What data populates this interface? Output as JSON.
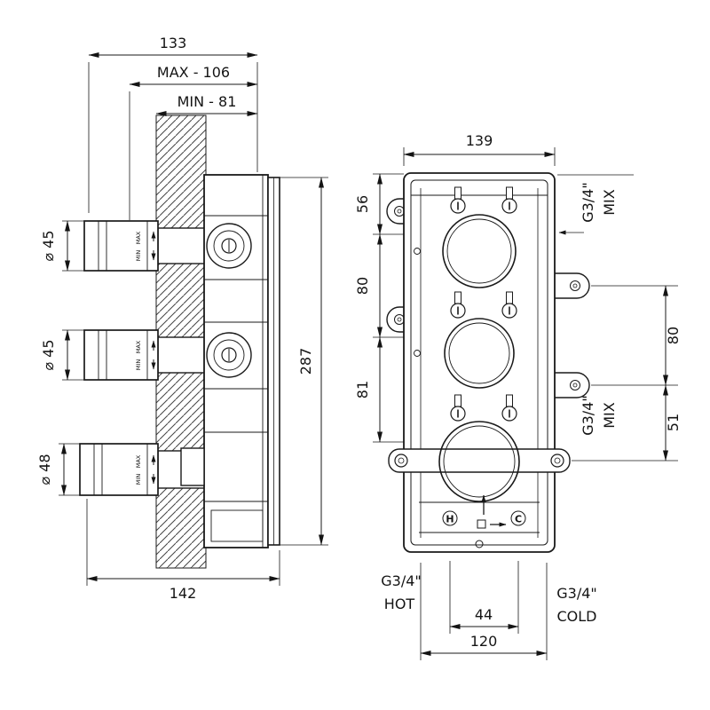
{
  "colors": {
    "line": "#1a1a1a",
    "background": "#ffffff"
  },
  "drawing": {
    "side_view": {
      "dim_width": "133",
      "dim_max": "MAX - 106",
      "dim_min": "MIN - 81",
      "dim_dia_1": "⌀ 45",
      "dim_dia_2": "⌀ 45",
      "dim_dia_3": "⌀ 48",
      "dim_height": "287",
      "dim_depth": "142",
      "label_max": "MAX",
      "label_min": "MIN"
    },
    "front_view": {
      "dim_width": "139",
      "dim_v_top": "56",
      "dim_v_mid": "80",
      "dim_v_bottom": "81",
      "thread_mix_top": "G3/4\"",
      "label_mix_top": "MIX",
      "dim_right_spacing": "80",
      "thread_mix_low": "G3/4\"",
      "label_mix_low": "MIX",
      "dim_right_lower": "51",
      "thread_hot": "G3/4\"",
      "label_hot": "HOT",
      "dim_ports": "44",
      "thread_cold": "G3/4\"",
      "label_cold": "COLD",
      "dim_bottom_width": "120",
      "label_h": "H",
      "label_c": "C"
    }
  }
}
